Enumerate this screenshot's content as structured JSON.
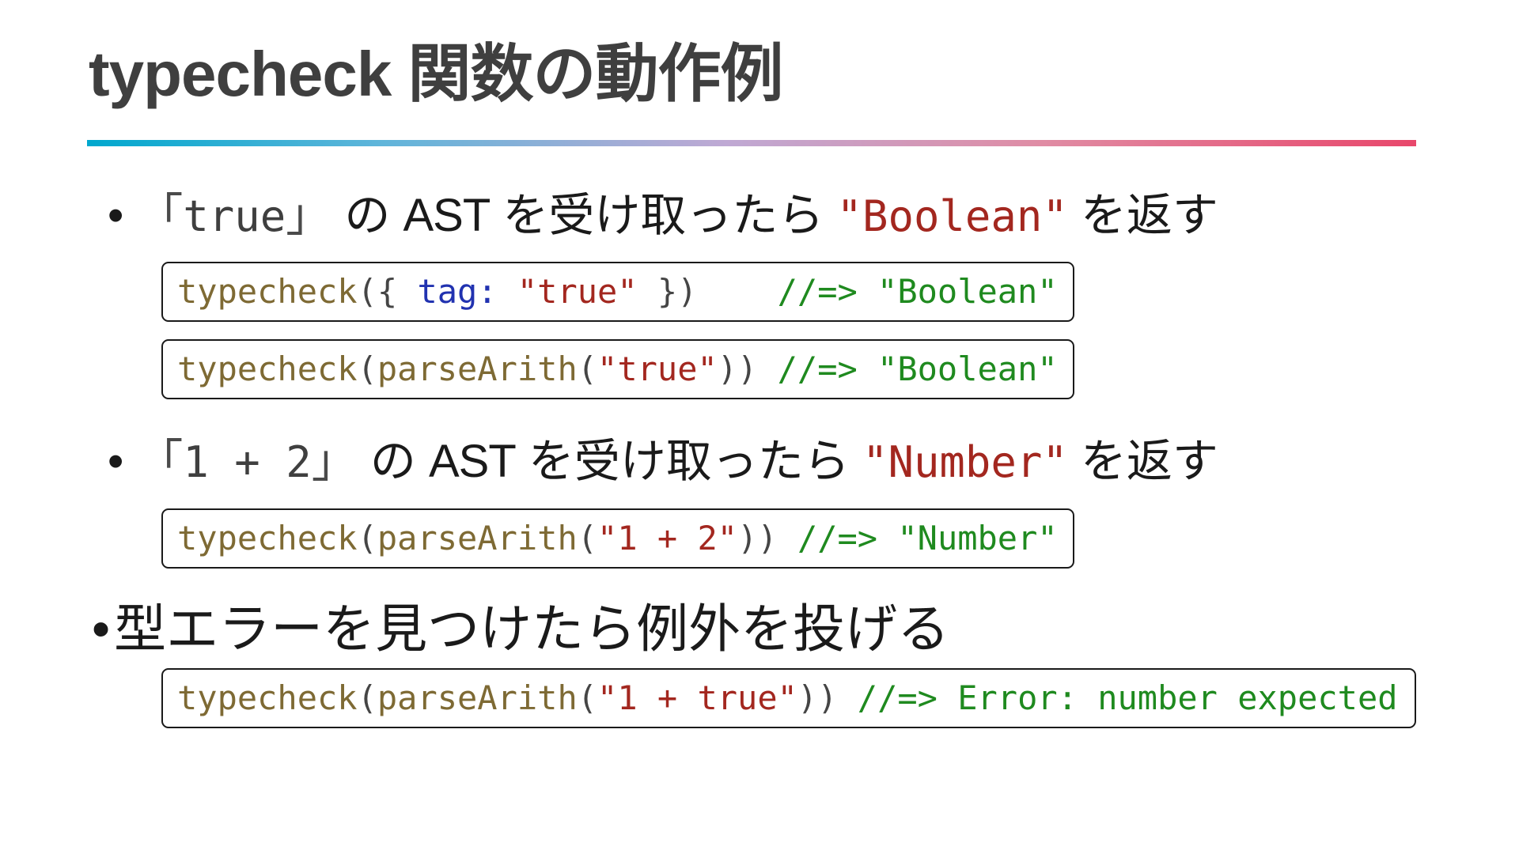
{
  "title": {
    "text": "typecheck 関数の動作例"
  },
  "accent": {
    "gradient_start": "#00A8CE",
    "gradient_mid": "#BFA9D4",
    "gradient_end": "#E8476B"
  },
  "colors": {
    "title": "#3F3F3F",
    "text": "#1A1A1A",
    "bracket": "#4A4A4A",
    "code_plain": "#3F3F3F",
    "function": "#7E6A34",
    "punctuation": "#454545",
    "property": "#2132B0",
    "string": "#A3271F",
    "comment": "#1F8A1F",
    "border": "#1A1A1A"
  },
  "bullets": [
    {
      "marker": "•",
      "segments": [
        {
          "text": "「",
          "style": "bracket"
        },
        {
          "text": "true",
          "style": "code"
        },
        {
          "text": "」",
          "style": "bracket"
        },
        {
          "text": " の ",
          "style": "plain"
        },
        {
          "text": "AST",
          "style": "latin"
        },
        {
          "text": " を受け取ったら ",
          "style": "plain"
        },
        {
          "text": "\"Boolean\"",
          "style": "code-red"
        },
        {
          "text": " を返す",
          "style": "plain"
        }
      ],
      "code_boxes": [
        {
          "segments": [
            {
              "text": "typecheck",
              "style": "fn"
            },
            {
              "text": "({ ",
              "style": "punct"
            },
            {
              "text": "tag:",
              "style": "key"
            },
            {
              "text": " ",
              "style": "plain"
            },
            {
              "text": "\"true\"",
              "style": "str"
            },
            {
              "text": " })",
              "style": "punct"
            },
            {
              "text": "    ",
              "style": "plain"
            },
            {
              "text": "//=> \"Boolean\"",
              "style": "com"
            }
          ]
        },
        {
          "segments": [
            {
              "text": "typecheck",
              "style": "fn"
            },
            {
              "text": "(",
              "style": "punct"
            },
            {
              "text": "parseArith",
              "style": "fn"
            },
            {
              "text": "(",
              "style": "punct"
            },
            {
              "text": "\"true\"",
              "style": "str"
            },
            {
              "text": "))",
              "style": "punct"
            },
            {
              "text": " ",
              "style": "plain"
            },
            {
              "text": "//=> \"Boolean\"",
              "style": "com"
            }
          ]
        }
      ]
    },
    {
      "marker": "•",
      "segments": [
        {
          "text": "「",
          "style": "bracket"
        },
        {
          "text": "1 + 2",
          "style": "code"
        },
        {
          "text": "」",
          "style": "bracket"
        },
        {
          "text": " の ",
          "style": "plain"
        },
        {
          "text": "AST",
          "style": "latin"
        },
        {
          "text": " を受け取ったら ",
          "style": "plain"
        },
        {
          "text": "\"Number\"",
          "style": "code-red"
        },
        {
          "text": " を返す",
          "style": "plain"
        }
      ],
      "code_boxes": [
        {
          "segments": [
            {
              "text": "typecheck",
              "style": "fn"
            },
            {
              "text": "(",
              "style": "punct"
            },
            {
              "text": "parseArith",
              "style": "fn"
            },
            {
              "text": "(",
              "style": "punct"
            },
            {
              "text": "\"1 + 2\"",
              "style": "str"
            },
            {
              "text": "))",
              "style": "punct"
            },
            {
              "text": " ",
              "style": "plain"
            },
            {
              "text": "//=> \"Number\"",
              "style": "com"
            }
          ]
        }
      ]
    },
    {
      "marker": "•",
      "segments": [
        {
          "text": "型エラーを見つけたら例外を投げる",
          "style": "plain"
        }
      ],
      "code_boxes": [
        {
          "segments": [
            {
              "text": "typecheck",
              "style": "fn"
            },
            {
              "text": "(",
              "style": "punct"
            },
            {
              "text": "parseArith",
              "style": "fn"
            },
            {
              "text": "(",
              "style": "punct"
            },
            {
              "text": "\"1 + true\"",
              "style": "str"
            },
            {
              "text": "))",
              "style": "punct"
            },
            {
              "text": " ",
              "style": "plain"
            },
            {
              "text": "//=> Error: number expected",
              "style": "com"
            }
          ]
        }
      ]
    }
  ]
}
